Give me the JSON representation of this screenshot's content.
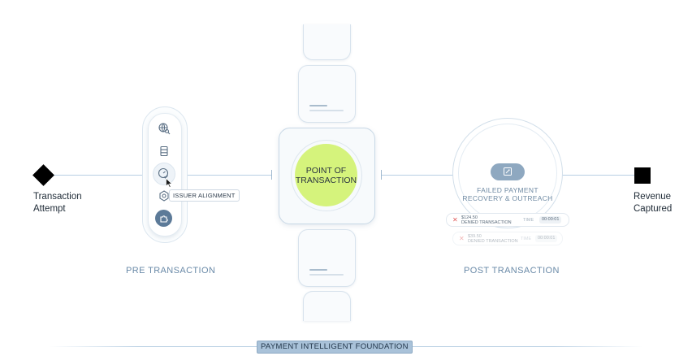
{
  "start": {
    "label_line1": "Transaction",
    "label_line2": "Attempt"
  },
  "end": {
    "label_line1": "Revenue",
    "label_line2": "Captured"
  },
  "pre_transaction": {
    "label": "PRE TRANSACTION",
    "icons": [
      "globe-search-icon",
      "database-icon",
      "gauge-check-icon",
      "gear-icon",
      "puzzle-icon"
    ],
    "tooltip": "ISSUER ALIGNMENT"
  },
  "point_of_transaction": {
    "line1": "POINT OF",
    "line2": "TRANSACTION"
  },
  "post_transaction": {
    "label": "POST TRANSACTION",
    "title_line1": "FAILED PAYMENT",
    "title_line2": "RECOVERY & OUTREACH",
    "transactions": [
      {
        "amount": "$124.50",
        "status": "DENIED TRANSACTION",
        "time_label": "TIME",
        "time": "00:00:01"
      },
      {
        "amount": "$39.50",
        "status": "DENIED TRANSACTION",
        "time_label": "TIME",
        "time": "00:00:01"
      }
    ]
  },
  "foundation": {
    "label": "PAYMENT INTELLIGENT FOUNDATION"
  },
  "colors": {
    "accent_green": "#d5f37c",
    "line_blue": "#b8cfe3",
    "label_blue": "#6a8aa8",
    "deny_red": "#e05a5a"
  }
}
